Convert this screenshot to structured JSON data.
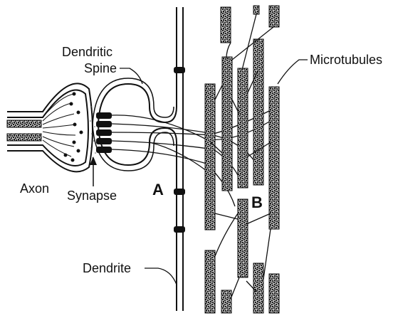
{
  "labels": {
    "dendritic_spine_line1": "Dendritic",
    "dendritic_spine_line2": "Spine",
    "microtubules": "Microtubules",
    "axon": "Axon",
    "synapse": "Synapse",
    "dendrite": "Dendrite",
    "marker_a": "A",
    "marker_b": "B"
  },
  "colors": {
    "ink": "#111111",
    "background": "#ffffff",
    "microtubule_light": "#bdbdbd",
    "microtubule_dark": "#1a1a1a"
  }
}
